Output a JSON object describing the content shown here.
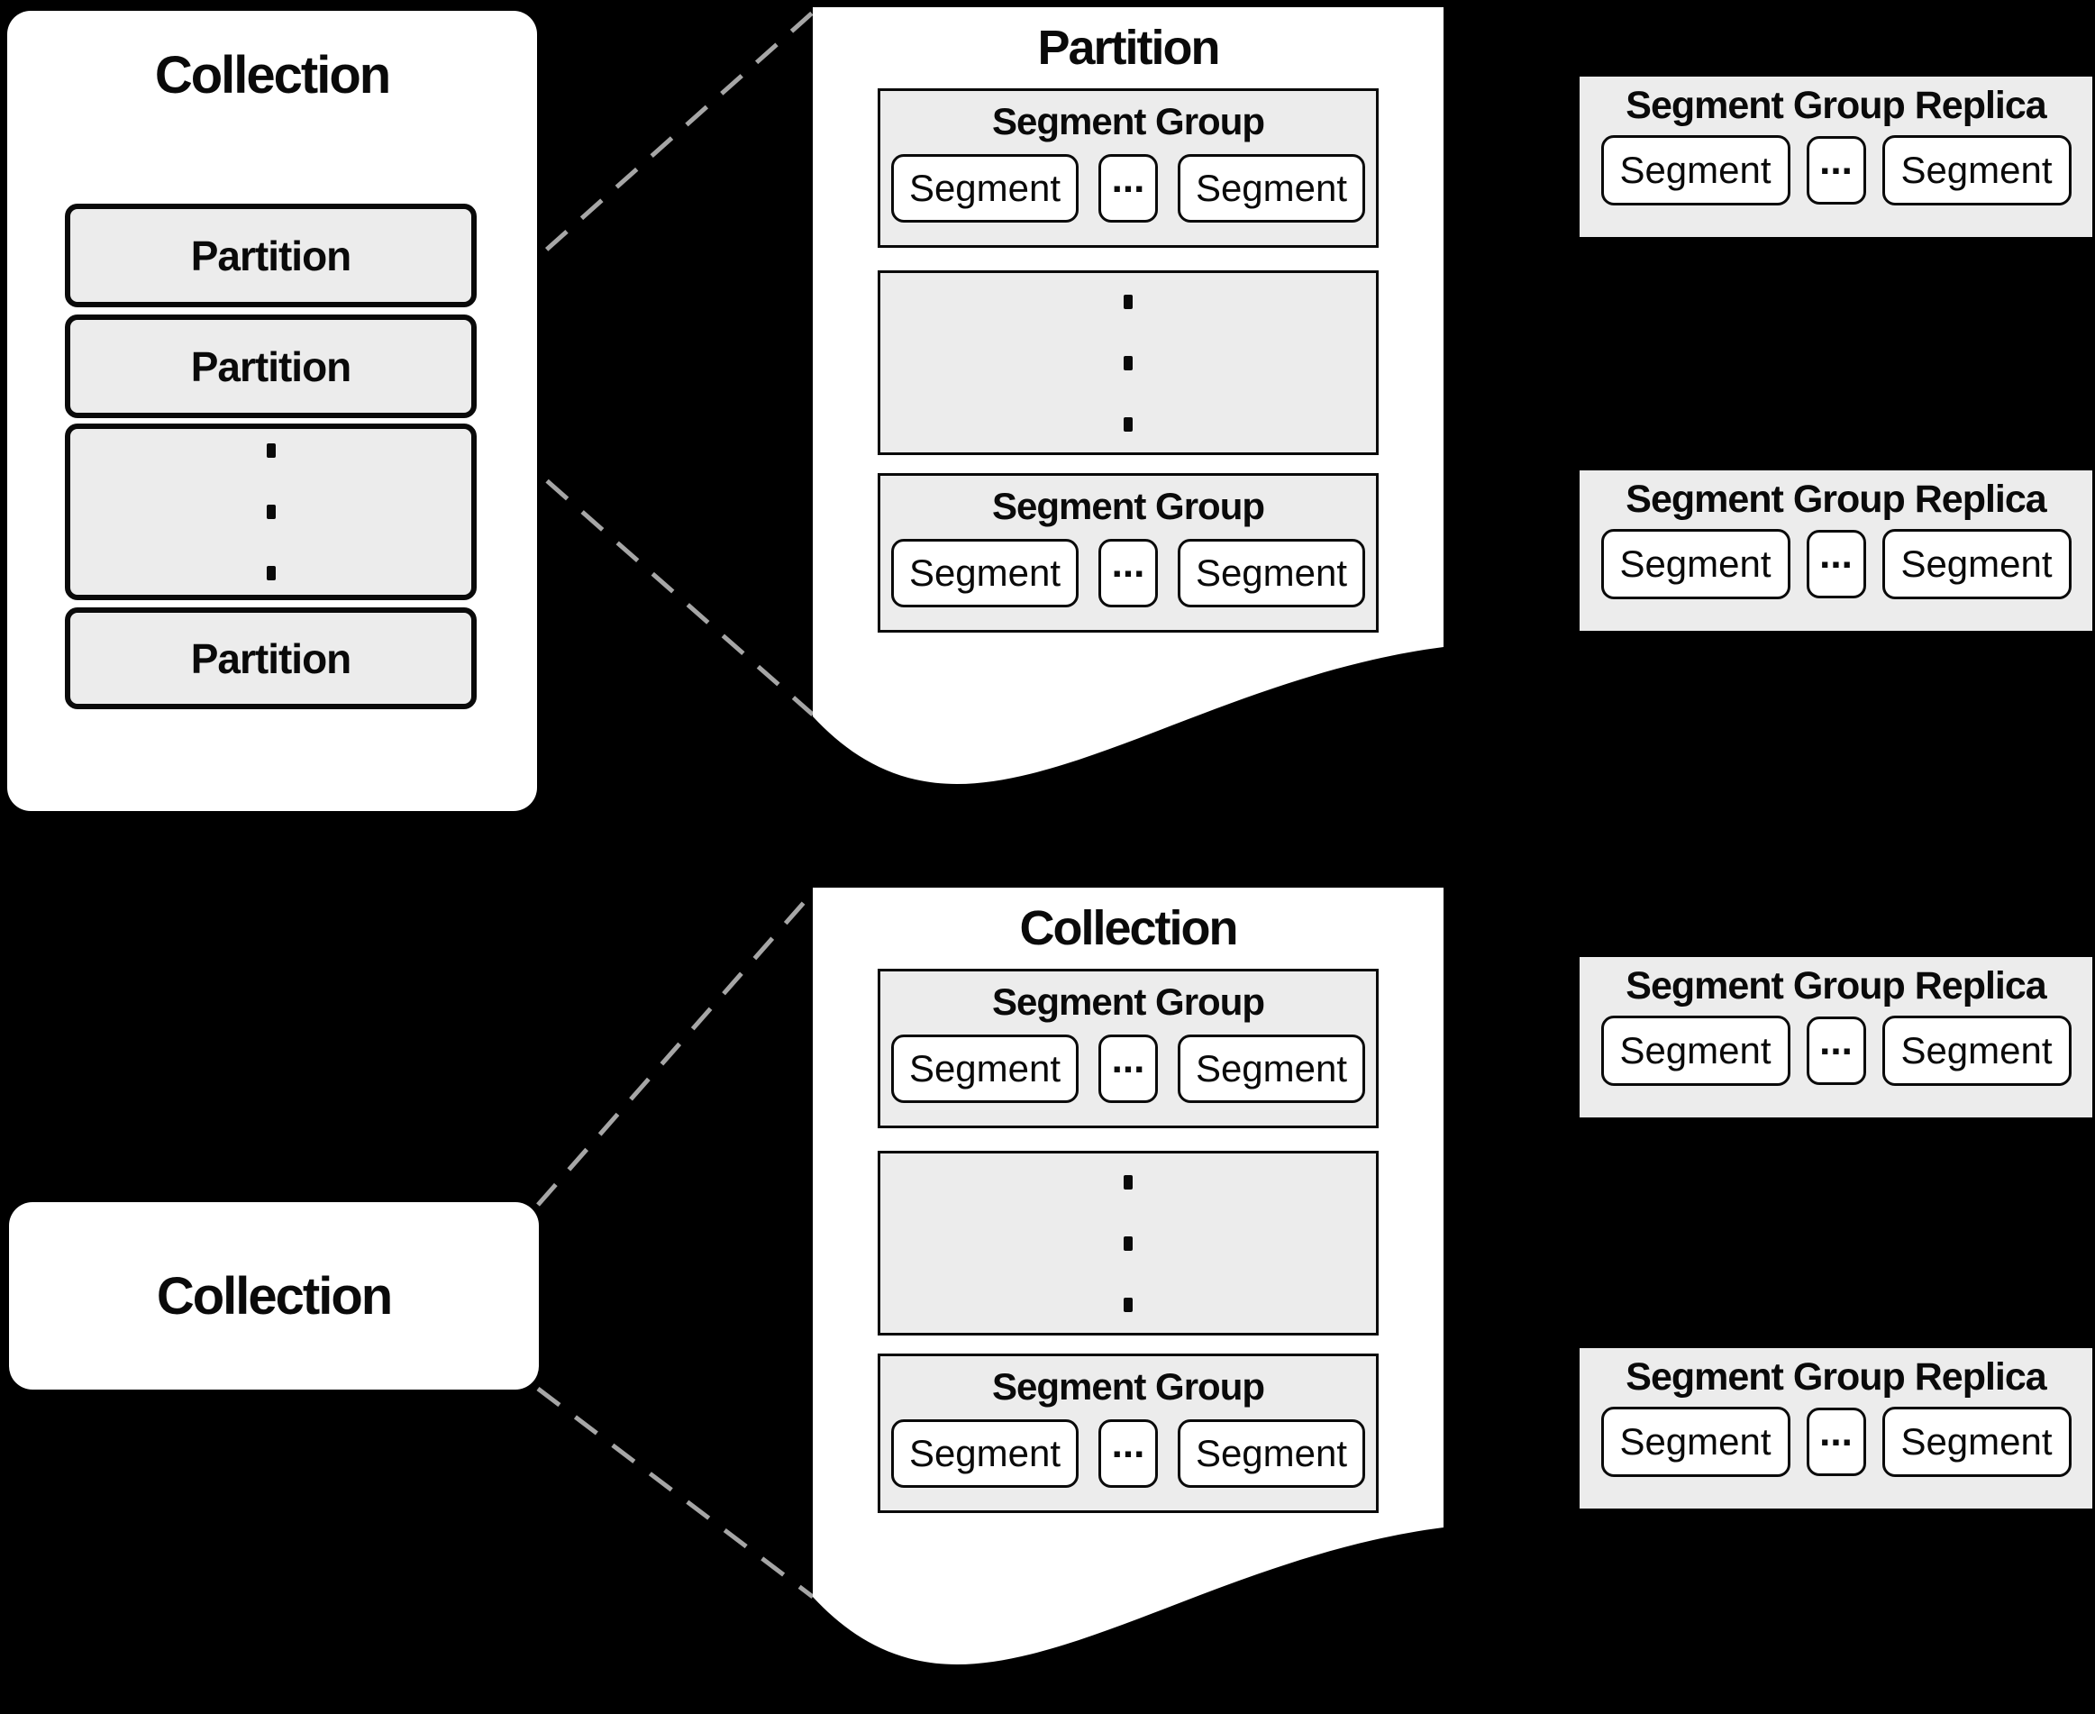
{
  "colors": {
    "background": "#000000",
    "panel_white": "#ffffff",
    "box_fill_gray": "#ececec",
    "border_black": "#0a0a0a",
    "dashed_line_gray": "#a6a6a6"
  },
  "top_left_collection": {
    "title": "Collection",
    "partitions": [
      "Partition",
      "Partition",
      "Partition"
    ],
    "ellipsis_vertical": "⋮"
  },
  "top_document": {
    "title": "Partition",
    "ellipsis_vertical": "⋮",
    "segment_groups": [
      {
        "title": "Segment Group",
        "segments": [
          "Segment",
          "Segment"
        ],
        "ellipsis": "..."
      },
      {
        "title": "Segment Group",
        "segments": [
          "Segment",
          "Segment"
        ],
        "ellipsis": "..."
      }
    ]
  },
  "top_replicas": [
    {
      "title": "Segment Group Replica",
      "segments": [
        "Segment",
        "Segment"
      ],
      "ellipsis": "..."
    },
    {
      "title": "Segment Group Replica",
      "segments": [
        "Segment",
        "Segment"
      ],
      "ellipsis": "..."
    }
  ],
  "bottom_left_collection": {
    "title": "Collection"
  },
  "bottom_document": {
    "title": "Collection",
    "ellipsis_vertical": "⋮",
    "segment_groups": [
      {
        "title": "Segment Group",
        "segments": [
          "Segment",
          "Segment"
        ],
        "ellipsis": "..."
      },
      {
        "title": "Segment Group",
        "segments": [
          "Segment",
          "Segment"
        ],
        "ellipsis": "..."
      }
    ]
  },
  "bottom_replicas": [
    {
      "title": "Segment Group Replica",
      "segments": [
        "Segment",
        "Segment"
      ],
      "ellipsis": "..."
    },
    {
      "title": "Segment Group Replica",
      "segments": [
        "Segment",
        "Segment"
      ],
      "ellipsis": "..."
    }
  ]
}
